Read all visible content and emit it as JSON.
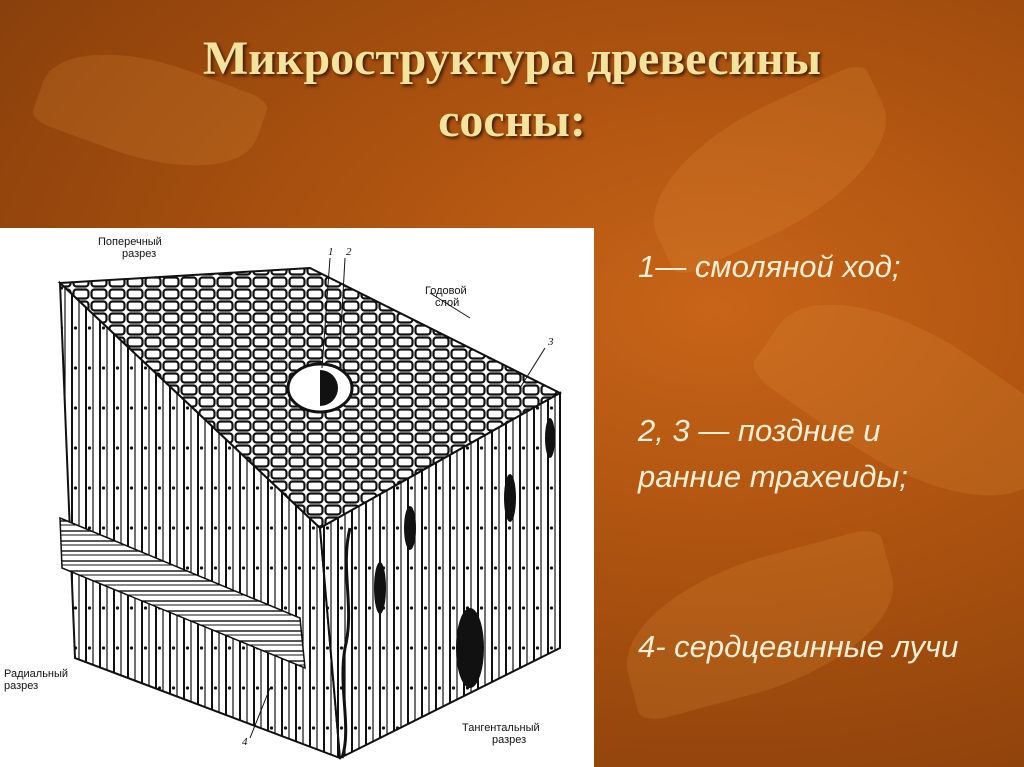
{
  "slide": {
    "title_line1": "Микроструктура древесины",
    "title_line2": "сосны:"
  },
  "diagram": {
    "label_cross_line1": "Поперечный",
    "label_cross_line2": "разрез",
    "label_ring_line1": "Годовой",
    "label_ring_line2": "слой",
    "label_radial_line1": "Радиальный",
    "label_radial_line2": "разрез",
    "label_tangential_line1": "Тангентальный",
    "label_tangential_line2": "разрез",
    "callouts": [
      "1",
      "2",
      "3",
      "4"
    ]
  },
  "legend": {
    "item1": "1— смоляной ход;",
    "item2_line1": "2, 3 — поздние и",
    "item2_line2": "ранние трахеиды;",
    "item3": "4- сердцевинные лучи"
  },
  "colors": {
    "background": "#a8500f",
    "title": "#f4e39c",
    "legend_text": "#fbefd6"
  }
}
